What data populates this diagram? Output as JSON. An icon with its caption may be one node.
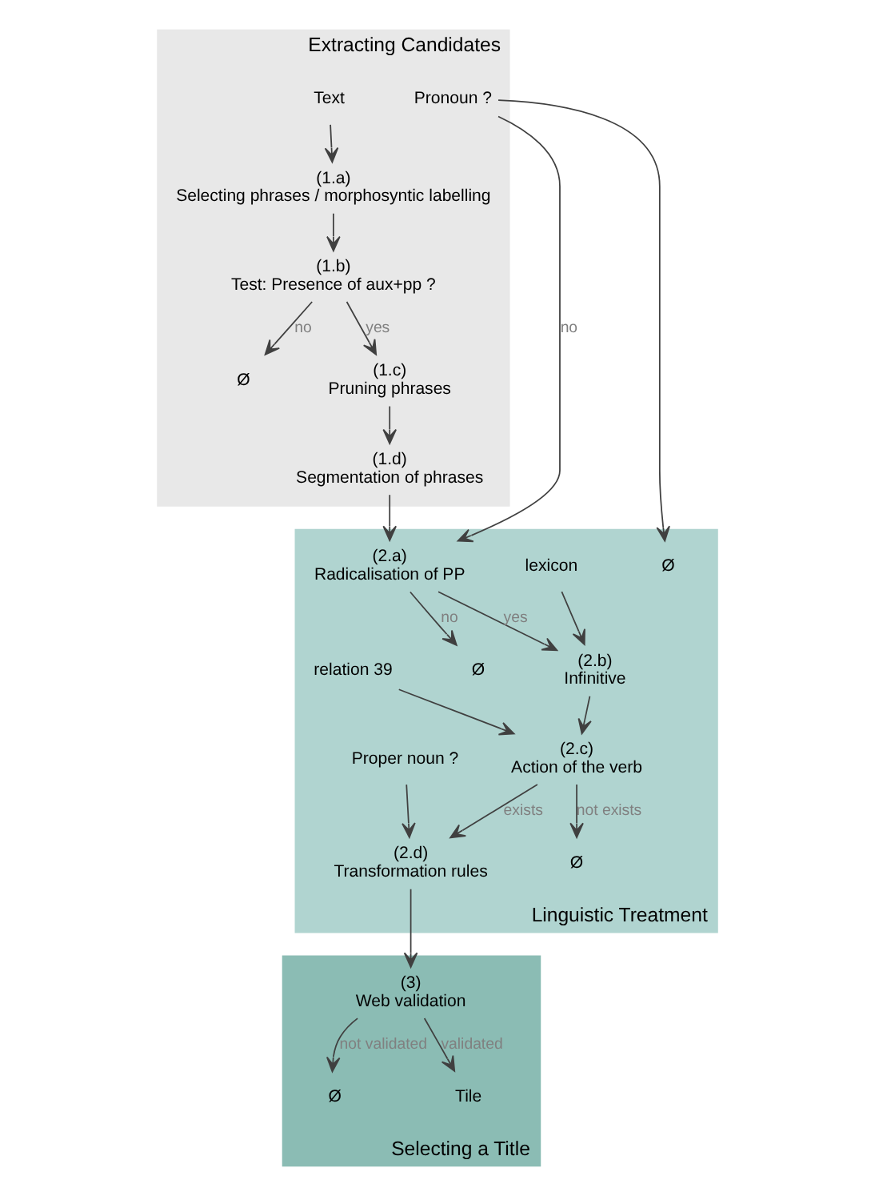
{
  "diagram": {
    "nodes": [
      {
        "text": [
          "Extracting Candidates"
        ]
      },
      {
        "text": [
          "Text"
        ],
        "in": 0
      },
      {
        "text": [
          "(1.a)",
          "Selecting phrases / morphosyntic labelling"
        ],
        "in": 0
      },
      {
        "text": [
          "(1.b)",
          "Test: Presence of aux+pp ?"
        ],
        "in": 0
      },
      {
        "text": [
          "Ø"
        ],
        "in": 0
      },
      {
        "text": [
          "(1.c)",
          "Pruning phrases"
        ],
        "in": 0
      },
      {
        "text": [
          "(1.d)",
          "Segmentation of phrases"
        ],
        "in": 0
      },
      {
        "text": [
          "Pronoun ?"
        ],
        "in": 0
      },
      {
        "text": [
          "Linguistic Treatment"
        ]
      },
      {
        "text": [
          "(2.a)",
          "Radicalisation of PP"
        ],
        "in": 8
      },
      {
        "text": [
          "lexicon"
        ],
        "in": 8
      },
      {
        "text": [
          "Ø"
        ],
        "in": 8
      },
      {
        "text": [
          "Ø"
        ],
        "in": 8
      },
      {
        "text": [
          "(2.b)",
          "Infinitive"
        ],
        "in": 8
      },
      {
        "text": [
          "relation 39"
        ],
        "in": 8
      },
      {
        "text": [
          "(2.c)",
          "Action of the verb"
        ],
        "in": 8
      },
      {
        "text": [
          "Proper noun ?"
        ],
        "in": 8
      },
      {
        "text": [
          "Ø"
        ],
        "in": 8
      },
      {
        "text": [
          "(2.d)",
          "Transformation rules"
        ],
        "in": 8
      },
      {
        "text": [
          "Selecting a Title"
        ]
      },
      {
        "text": [
          "(3)",
          "Web validation"
        ],
        "in": 19
      },
      {
        "text": [
          "Ø"
        ],
        "in": 19
      },
      {
        "text": [
          "Tile"
        ],
        "in": 19
      }
    ],
    "edges": [
      {
        "from": 1,
        "to": 2,
        "arrow": "to"
      },
      {
        "from": 2,
        "to": 3,
        "arrow": "to"
      },
      {
        "from": 3,
        "to": 4,
        "arrow": "to",
        "label": "no"
      },
      {
        "from": 3,
        "to": 5,
        "arrow": "to",
        "label": "yes"
      },
      {
        "from": 5,
        "to": 6,
        "arrow": "to"
      },
      {
        "from": 6,
        "to": 9,
        "arrow": "to"
      },
      {
        "from": 7,
        "to": 9,
        "arrow": "to",
        "label": "no"
      },
      {
        "from": 7,
        "to": 11,
        "arrow": "to"
      },
      {
        "from": 9,
        "to": 12,
        "arrow": "to",
        "label": "no"
      },
      {
        "from": 9,
        "to": 13,
        "arrow": "to",
        "label": "yes"
      },
      {
        "from": 10,
        "to": 13,
        "arrow": "to"
      },
      {
        "from": 13,
        "to": 15,
        "arrow": "to"
      },
      {
        "from": 14,
        "to": 15,
        "arrow": "to"
      },
      {
        "from": 15,
        "to": 17,
        "arrow": "to",
        "label": "not exists"
      },
      {
        "from": 15,
        "to": 18,
        "arrow": "to",
        "label": "exists"
      },
      {
        "from": 16,
        "to": 18,
        "arrow": "to"
      },
      {
        "from": 18,
        "to": 20,
        "arrow": "to"
      },
      {
        "from": 20,
        "to": 21,
        "arrow": "to",
        "label": "not validated"
      },
      {
        "from": 20,
        "to": 22,
        "arrow": "to",
        "label": "validated"
      }
    ]
  }
}
